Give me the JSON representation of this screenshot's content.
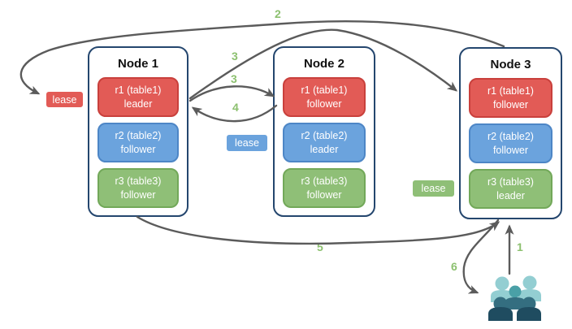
{
  "colors": {
    "node-border": "#24466e",
    "red-fill": "#e25b56",
    "red-border": "#c9403c",
    "blue-fill": "#6ba3dd",
    "blue-border": "#4d86c6",
    "green-fill": "#8fbf77",
    "green-border": "#72a859",
    "arrow": "#5b5b5b",
    "label-green": "#8cc06f",
    "people-light": "#93ced2",
    "people-mid": "#4aa0a7",
    "people-deep": "#346e80",
    "people-dark": "#1f4c60"
  },
  "nodes": [
    {
      "title": "Node 1",
      "ranges": [
        {
          "name": "r1 (table1)",
          "role": "leader",
          "variant": "red"
        },
        {
          "name": "r2 (table2)",
          "role": "follower",
          "variant": "blue"
        },
        {
          "name": "r3 (table3)",
          "role": "follower",
          "variant": "green"
        }
      ]
    },
    {
      "title": "Node 2",
      "ranges": [
        {
          "name": "r1 (table1)",
          "role": "follower",
          "variant": "red"
        },
        {
          "name": "r2 (table2)",
          "role": "leader",
          "variant": "blue"
        },
        {
          "name": "r3 (table3)",
          "role": "follower",
          "variant": "green"
        }
      ]
    },
    {
      "title": "Node 3",
      "ranges": [
        {
          "name": "r1 (table1)",
          "role": "follower",
          "variant": "red"
        },
        {
          "name": "r2 (table2)",
          "role": "follower",
          "variant": "blue"
        },
        {
          "name": "r3 (table3)",
          "role": "leader",
          "variant": "green"
        }
      ]
    }
  ],
  "leases": [
    {
      "label": "lease",
      "variant": "red"
    },
    {
      "label": "lease",
      "variant": "blue"
    },
    {
      "label": "lease",
      "variant": "green"
    }
  ],
  "step_labels": {
    "s1": "1",
    "s2": "2",
    "s3a": "3",
    "s3b": "3",
    "s4": "4",
    "s5": "5",
    "s6": "6"
  },
  "icons": {
    "clients": "people-group"
  }
}
